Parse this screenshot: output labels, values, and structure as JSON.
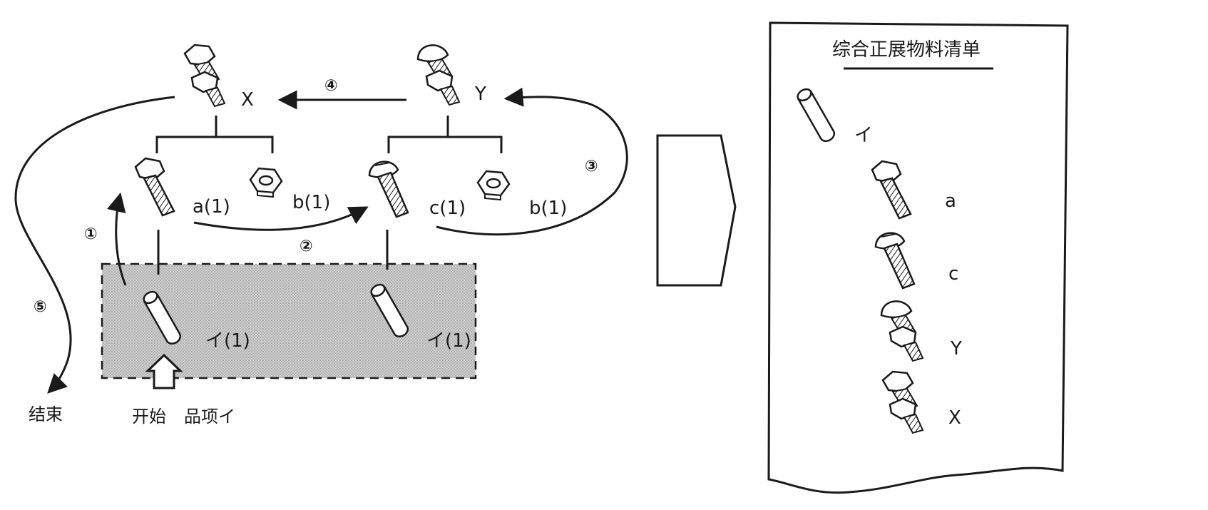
{
  "left_diagram": {
    "assemblies": {
      "x_label": "X",
      "y_label": "Y"
    },
    "parts": {
      "a_label": "a(1)",
      "b_left_label": "b(1)",
      "c_label": "c(1)",
      "b_right_label": "b(1)",
      "i_left_label": "イ(1)",
      "i_right_label": "イ(1)"
    },
    "steps": [
      "①",
      "②",
      "③",
      "④",
      "⑤"
    ],
    "start_label": "开始",
    "item_label": "品项イ",
    "end_label": "结束"
  },
  "indented_bom": {
    "title": "综合正展物料清单",
    "items": [
      {
        "label": "イ",
        "icon": "pin-icon"
      },
      {
        "label": "a",
        "icon": "hex-bolt-icon"
      },
      {
        "label": "c",
        "icon": "round-bolt-icon"
      },
      {
        "label": "Y",
        "icon": "round-bolt-assembly-icon"
      },
      {
        "label": "X",
        "icon": "hex-bolt-assembly-icon"
      }
    ]
  },
  "colors": {
    "line": "#1a1a1a",
    "shaded_box": "#c4c4c4",
    "paper": "#ffffff"
  }
}
